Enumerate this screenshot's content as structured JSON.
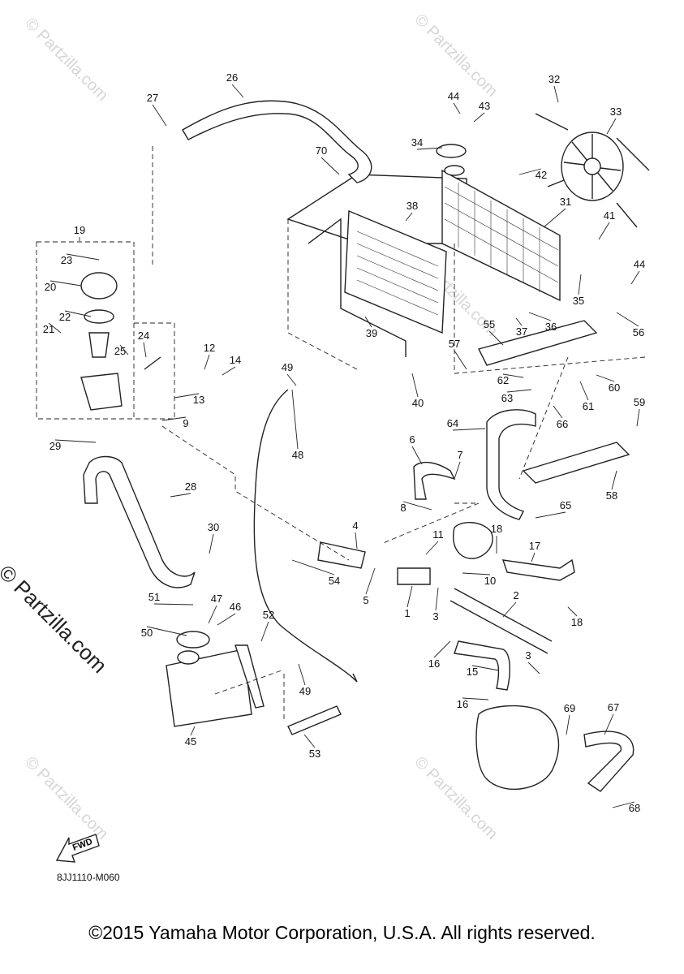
{
  "diagram": {
    "code": "8JJ1110-M060",
    "copyright": "©2015 Yamaha Motor Corporation, U.S.A. All rights reserved.",
    "fwd_label": "FWD",
    "side_watermark": "© Partzilla.com",
    "watermark_text": "© Partzilla.com",
    "callouts": [
      "1",
      "2",
      "3",
      "3",
      "4",
      "5",
      "6",
      "7",
      "8",
      "9",
      "10",
      "11",
      "12",
      "13",
      "14",
      "15",
      "16",
      "16",
      "17",
      "18",
      "18",
      "19",
      "20",
      "21",
      "22",
      "23",
      "24",
      "25",
      "26",
      "27",
      "28",
      "29",
      "30",
      "31",
      "32",
      "33",
      "34",
      "35",
      "36",
      "37",
      "38",
      "39",
      "40",
      "41",
      "42",
      "43",
      "44",
      "44",
      "45",
      "46",
      "47",
      "48",
      "49",
      "49",
      "50",
      "51",
      "52",
      "53",
      "54",
      "55",
      "56",
      "57",
      "58",
      "59",
      "60",
      "61",
      "62",
      "63",
      "64",
      "65",
      "66",
      "67",
      "68",
      "69",
      "70"
    ]
  }
}
